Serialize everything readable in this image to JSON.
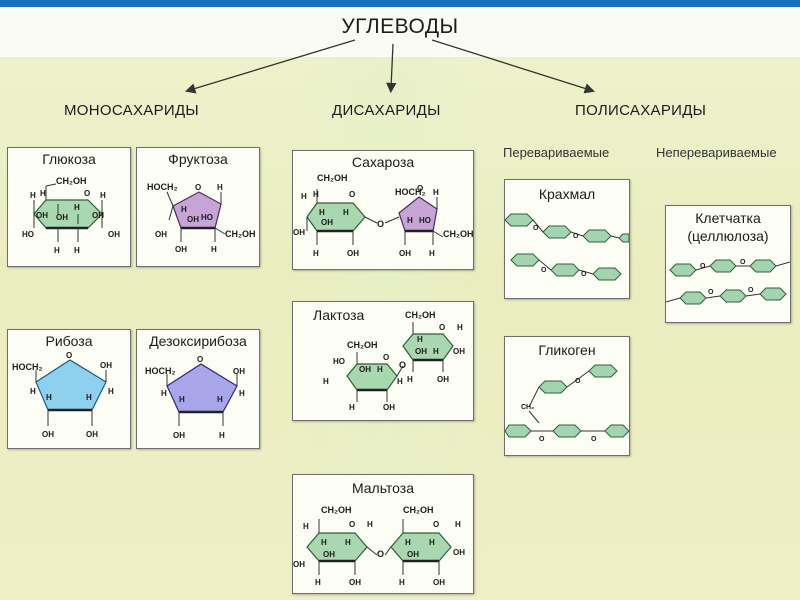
{
  "title": "УГЛЕВОДЫ",
  "categories": {
    "mono": "МОНОСАХАРИДЫ",
    "di": "ДИСАХАРИДЫ",
    "poly": "ПОЛИСАХАРИДЫ"
  },
  "poly_groups": {
    "digestible": "Перевариваемые",
    "indigestible": "Неперевариваемые"
  },
  "molecules": {
    "glucose": "Глюкоза",
    "fructose": "Фруктоза",
    "ribose": "Рибоза",
    "deoxyribose": "Дезоксирибоза",
    "sucrose": "Сахароза",
    "lactose": "Лактоза",
    "maltose": "Мальтоза",
    "starch": "Крахмал",
    "glycogen": "Гликоген",
    "cellulose_1": "Клетчатка",
    "cellulose_2": "(целлюлоза)"
  },
  "atoms": {
    "h": "H",
    "oh": "OH",
    "o": "O",
    "ch2oh": "CH₂OH",
    "hoch2": "HOCH₂",
    "ch2": "CH₂"
  },
  "colors": {
    "glucose_ring": "#a9d7b0",
    "fructose_ring": "#c7a4d6",
    "ribose_ring": "#8fd0ef",
    "deoxyribose_ring": "#a8a6e8",
    "chain_ring": "#a4d3b0",
    "top_bar": "#1773c2"
  }
}
